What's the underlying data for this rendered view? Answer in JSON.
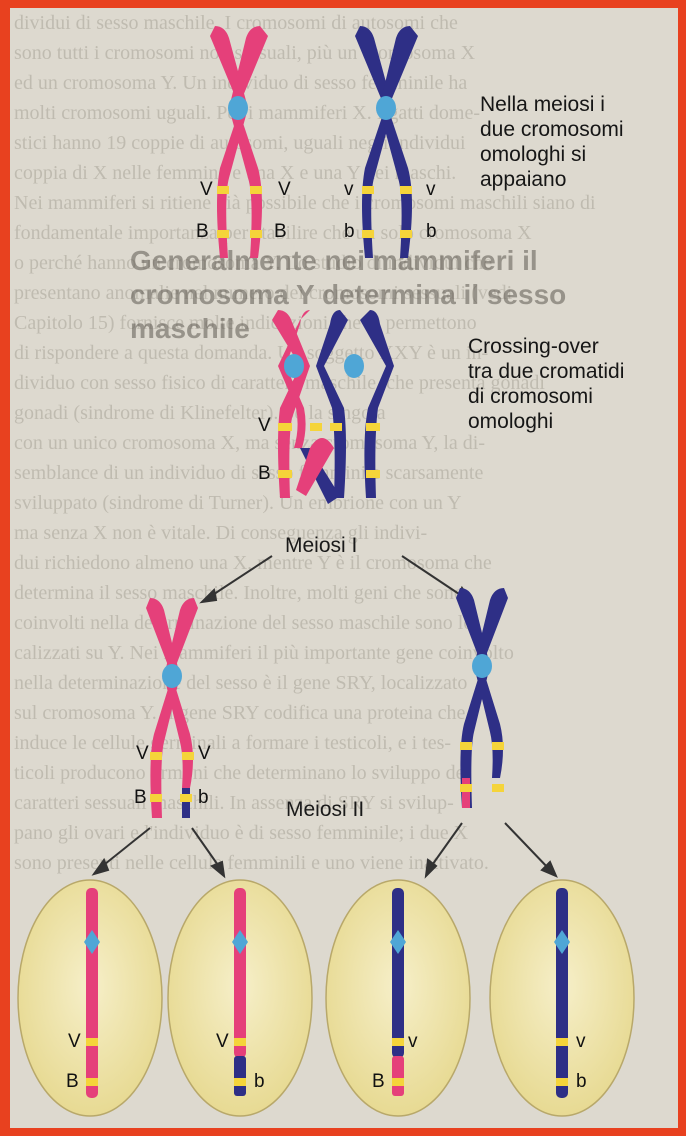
{
  "background_text": {
    "lines": [
      "dividui di sesso maschile. I cromosomi di autosomi che",
      "sono tutti i cromosomi non sessuali, più un cromosoma X",
      "ed un cromosoma Y. Un individuo di sesso femminile ha",
      "molti cromosomi uguali. Per i mammiferi X. I gatti dome-",
      "stici hanno 19 coppie di autosomi, uguali negli individui",
      "coppia di X nelle femmine e una X e una Y nei maschi.",
      "",
      "",
      "",
      "",
      "",
      "",
      "Nei mammiferi si ritiene già possibile che i cromosomi maschili siano di",
      "fondamentale importanza per stabilire che un solo cromosoma X",
      "o perché hanno un cromosoma Y. Lo studio di individui che",
      "presentano anomalie nel numero dei cromosomi sessuali (vedi",
      "Capitolo 15) fornisce molte indicazioni che ci permettono",
      "di rispondere a questa domanda. Un soggetto XXY è un in-",
      "dividuo con sesso fisico di carattere maschile, che presenta gonadi",
      "gonadi (sindrome di Klinefelter). Se la singola",
      "con un unico cromosoma X, ma senza cromosoma Y, la di-",
      "semblance di un individuo di sesso femminile scarsamente",
      "sviluppato (sindrome di Turner). Un embrione con un Y",
      "ma senza X non è vitale. Di conseguenza gli indivi-",
      "dui richiedono almeno una X, mentre Y è il cromosoma che",
      "determina il sesso maschile. Inoltre, molti geni che sono",
      "coinvolti nella determinazione del sesso maschile sono lo-",
      "calizzati su Y. Nei mammiferi il più importante gene coinvolto",
      "nella determinazione del sesso è il gene SRY, localizzato",
      "sul cromosoma Y. Il gene SRY codifica una proteina che",
      "induce le cellule germinali a formare i testicoli, e i tes-",
      "ticoli producono ormoni che determinano lo sviluppo dei",
      "caratteri sessuali maschili. In assenza di SRY si svilup-",
      "pano gli ovari e l'individuo è di sesso femminile; i due X",
      "sono presenti nelle cellule femminili e uno viene inattivato."
    ],
    "heading": [
      "Generalmente nei mammiferi il",
      "cromosoma Y determina il sesso",
      "maschile"
    ]
  },
  "captions": {
    "pairing": "Nella meiosi i\ndue cromosomi\nomologhi si\nappaiano",
    "crossing_over": "Crossing-over\ntra due cromatidi\ndi cromosomi\nomologhi"
  },
  "stages": {
    "meiosis_1": "Meiosi I",
    "meiosis_2": "Meiosi II"
  },
  "alleles": {
    "V_upper": "V",
    "v_lower": "v",
    "B_upper": "B",
    "b_lower": "b"
  },
  "colors": {
    "pink_chromosome": "#e5407a",
    "blue_chromosome": "#2e2f86",
    "centromere": "#4fa6d6",
    "allele_band": "#f5d43a",
    "cell_fill": "#ece2a4",
    "frame": "#e8411f"
  }
}
